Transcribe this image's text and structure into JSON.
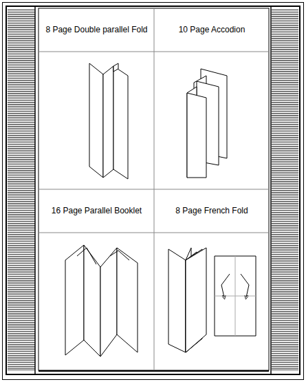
{
  "diagram": {
    "nodes": [
      {
        "text": [
          "8 Page Double parallel Fold"
        ]
      },
      {
        "text": [
          "10 Page Accodion"
        ]
      },
      {
        "text": [
          "16 Page Parallel Booklet"
        ]
      },
      {
        "text": [
          "8 Page French Fold"
        ]
      }
    ]
  }
}
